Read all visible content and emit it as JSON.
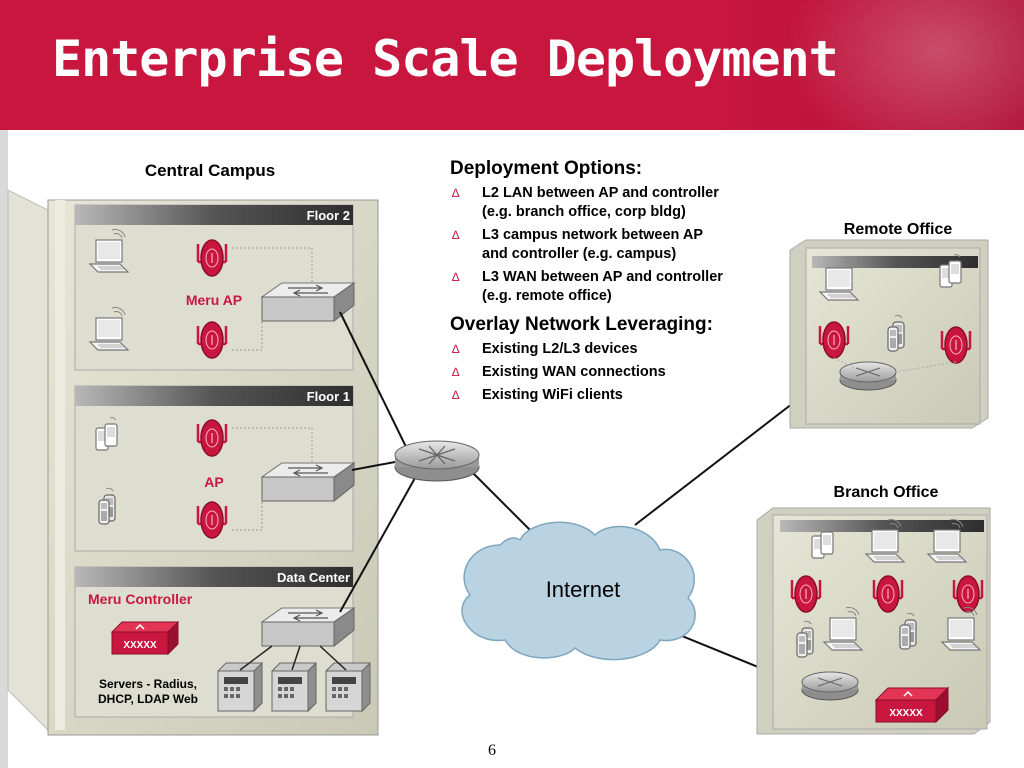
{
  "slide": {
    "title": "Enterprise Scale Deployment",
    "page_number": "6"
  },
  "campus": {
    "title": "Central Campus",
    "floor2": {
      "label": "Floor 2",
      "ap_label": "Meru AP"
    },
    "floor1": {
      "label": "Floor 1",
      "ap_label": "AP"
    },
    "datacenter": {
      "label": "Data Center",
      "controller_label": "Meru Controller",
      "controller_text": "XXXXX",
      "servers_line1": "Servers - Radius,",
      "servers_line2": "DHCP, LDAP Web"
    }
  },
  "deployment_options": {
    "heading": "Deployment Options:",
    "items": [
      {
        "line1": "L2 LAN between AP and controller",
        "line2": "(e.g. branch office, corp bldg)"
      },
      {
        "line1": "L3 campus network between AP",
        "line2": "and controller (e.g. campus)"
      },
      {
        "line1": "L3 WAN between AP and controller",
        "line2": "(e.g. remote office)"
      }
    ]
  },
  "overlay": {
    "heading": "Overlay Network Leveraging:",
    "items": [
      "Existing L2/L3 devices",
      "Existing WAN connections",
      "Existing WiFi clients"
    ]
  },
  "bullet_glyph": "∆",
  "internet_label": "Internet",
  "remote_office": {
    "title": "Remote Office"
  },
  "branch_office": {
    "title": "Branch Office",
    "controller_text": "XXXXX"
  },
  "colors": {
    "brand_red": "#c8163f",
    "panel": "#d8d8c8",
    "floor_bar": "#4a4a4a",
    "cloud": "#b9d3e3"
  }
}
